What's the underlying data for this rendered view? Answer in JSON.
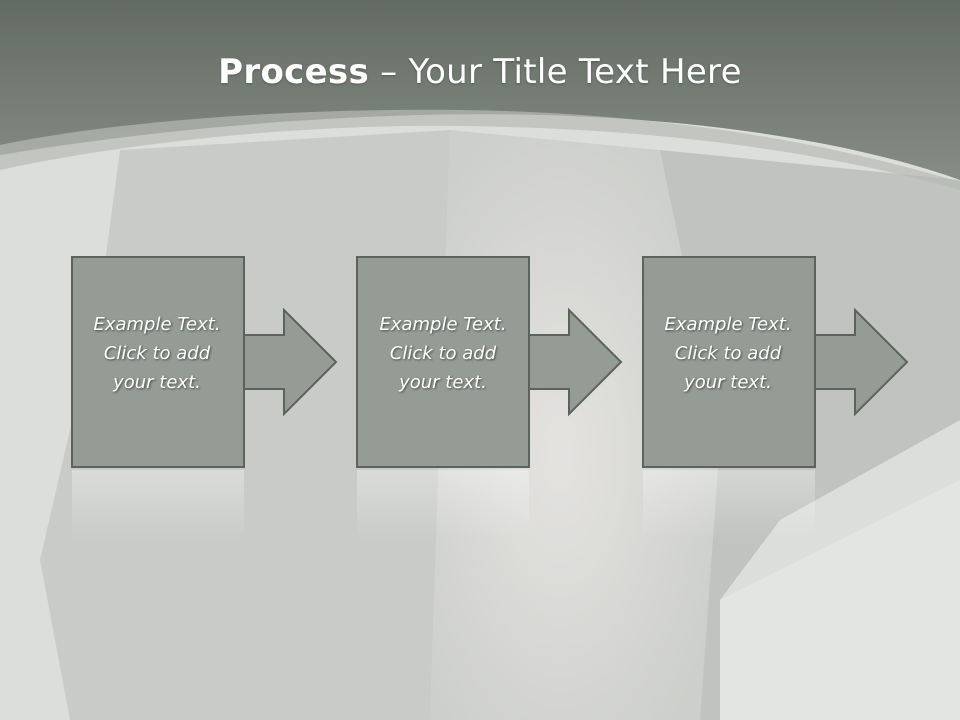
{
  "slide": {
    "title_strong": "Process",
    "title_rest": " – Your Title Text Here"
  },
  "steps": [
    {
      "line1": "Example Text.",
      "line2": "Click  to add",
      "line3": "your text."
    },
    {
      "line1": "Example Text.",
      "line2": "Click  to add",
      "line3": "your text."
    },
    {
      "line1": "Example Text.",
      "line2": "Click  to add",
      "line3": "your text."
    }
  ],
  "colors": {
    "header": "#6f786f",
    "box_fill": "#959c95",
    "box_stroke": "#5b635b",
    "background": "#dcdedb"
  }
}
